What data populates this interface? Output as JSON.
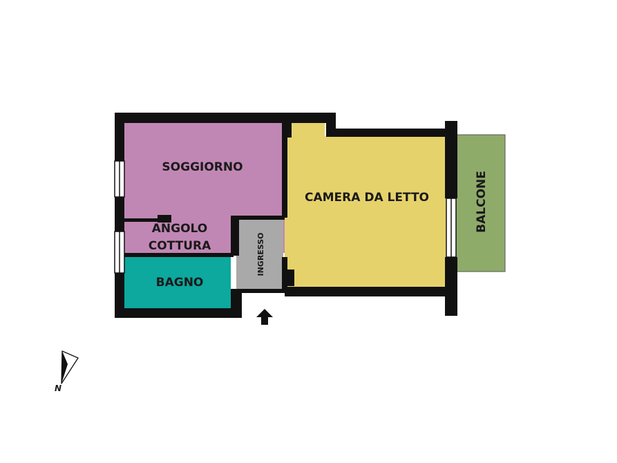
{
  "rooms": {
    "soggiorno": {
      "label": "SOGGIORNO",
      "color": "#C187B4"
    },
    "angolo_cottura": {
      "label_line1": "ANGOLO",
      "label_line2": "COTTURA",
      "color": "#C187B4"
    },
    "bagno": {
      "label": "BAGNO",
      "color": "#0DA89E"
    },
    "ingresso": {
      "label": "INGRESSO",
      "color": "#A9A9A9"
    },
    "camera": {
      "label": "CAMERA DA LETTO",
      "color": "#E6D26B"
    },
    "balcone": {
      "label": "BALCONE",
      "color": "#8FAB6A"
    }
  },
  "walls": {
    "color": "#111111"
  },
  "entrance": {
    "icon": "entrance-arrow-icon"
  },
  "compass": {
    "label": "N",
    "icon": "north-arrow-icon"
  }
}
